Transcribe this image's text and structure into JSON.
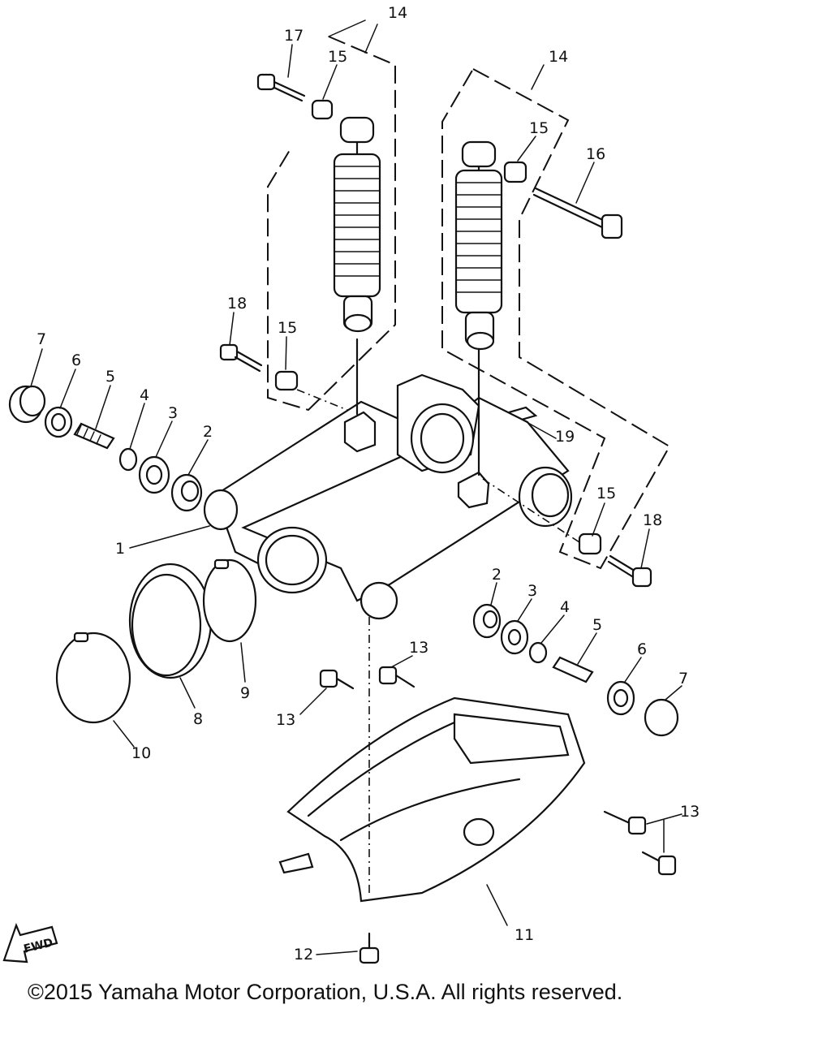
{
  "diagram": {
    "callouts": {
      "c14a": "14",
      "c14b": "14",
      "c15a": "15",
      "c15b": "15",
      "c15c": "15",
      "c15d": "15",
      "c16": "16",
      "c17": "17",
      "c18a": "18",
      "c18b": "18",
      "c19": "19",
      "c7a": "7",
      "c6a": "6",
      "c5a": "5",
      "c4a": "4",
      "c3a": "3",
      "c2a": "2",
      "c1": "1",
      "c2b": "2",
      "c3b": "3",
      "c4b": "4",
      "c5b": "5",
      "c6b": "6",
      "c7b": "7",
      "c8": "8",
      "c9": "9",
      "c10": "10",
      "c11": "11",
      "c12": "12",
      "c13a": "13",
      "c13b": "13",
      "c13c": "13"
    },
    "fwd_label": "FWD"
  },
  "footer": {
    "copyright": "©2015 Yamaha Motor Corporation, U.S.A. All rights reserved."
  }
}
